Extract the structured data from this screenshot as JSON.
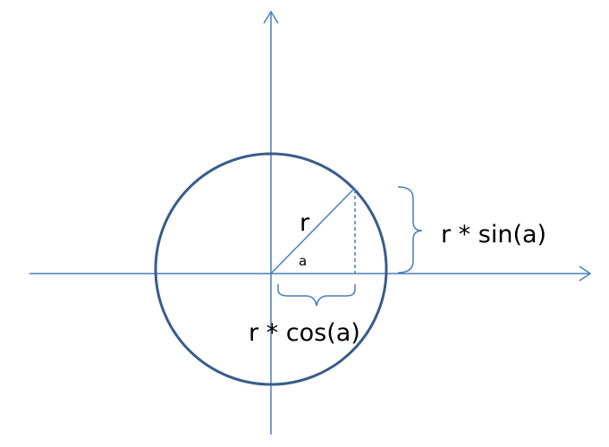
{
  "labels": {
    "radius": "r",
    "angle": "a",
    "sin_expr": "r * sin(a)",
    "cos_expr": "r * cos(a)"
  },
  "colors": {
    "axis": "#4a7ebb",
    "circle": "#385d8a",
    "radius_line": "#4a7ebb",
    "brace": "#4a7ebb",
    "text": "#000000",
    "background": "#ffffff"
  }
}
